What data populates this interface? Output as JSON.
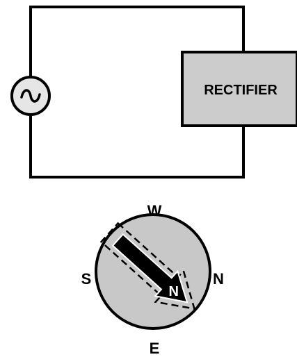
{
  "circuit": {
    "component_label": "RECTIFIER",
    "source_icon": "ac-source-icon",
    "component_fill": "#cccccc",
    "source_fill": "#e6e6e6",
    "wire_color": "#000000"
  },
  "compass": {
    "labels": {
      "top": "W",
      "left": "S",
      "right": "N",
      "bottom": "E"
    },
    "needle_label": "N",
    "needle_color": "#000000",
    "dial_fill": "#c8c8c8"
  }
}
